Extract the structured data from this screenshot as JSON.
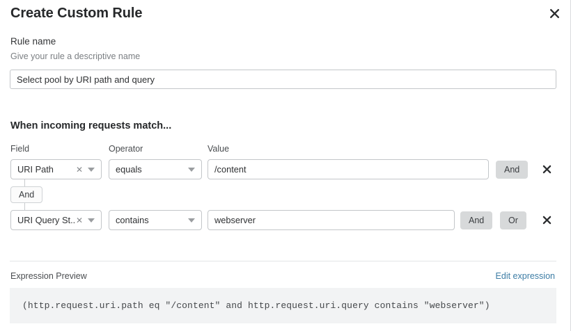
{
  "modal": {
    "title": "Create Custom Rule",
    "close_icon": "close-icon"
  },
  "rule_name": {
    "label": "Rule name",
    "help_text": "Give your rule a descriptive name",
    "value": "Select pool by URI path and query",
    "placeholder": "Rule name"
  },
  "match_section": {
    "heading": "When incoming requests match...",
    "columns": {
      "field": "Field",
      "operator": "Operator",
      "value": "Value"
    },
    "connector": {
      "label": "And"
    },
    "rows": [
      {
        "field": "URI Path",
        "field_clear_icon": "clear-icon",
        "field_caret_icon": "chevron-down-icon",
        "operator": "equals",
        "operator_caret_icon": "chevron-down-icon",
        "value": "/content",
        "value_placeholder": "Value",
        "and_label": "And",
        "delete_icon": "close-icon"
      },
      {
        "field": "URI Query St...",
        "field_clear_icon": "clear-icon",
        "field_caret_icon": "chevron-down-icon",
        "operator": "contains",
        "operator_caret_icon": "chevron-down-icon",
        "value": "webserver",
        "value_placeholder": "Value",
        "and_label": "And",
        "or_label": "Or",
        "delete_icon": "close-icon"
      }
    ]
  },
  "expression_preview": {
    "label": "Expression Preview",
    "edit_link": "Edit expression",
    "expression": "(http.request.uri.path eq \"/content\" and http.request.uri.query contains \"webserver\")"
  },
  "colors": {
    "link": "#3d7da5",
    "button_grey": "#d7d9da",
    "border": "#c3c6c9",
    "preview_bg": "#f2f3f4",
    "text": "#26282a"
  }
}
